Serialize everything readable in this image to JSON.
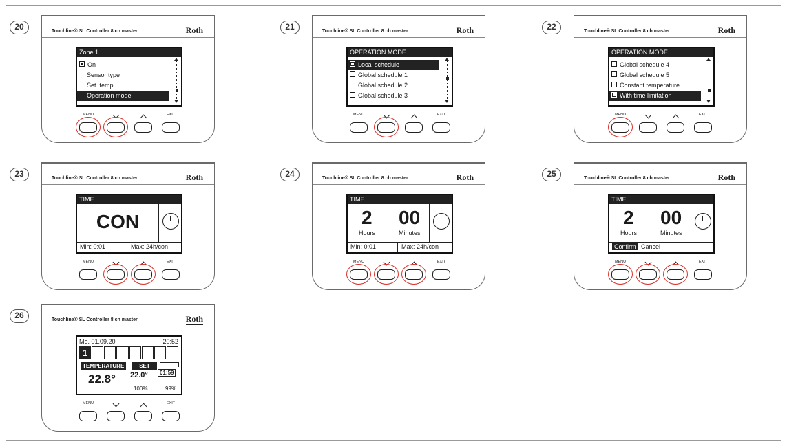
{
  "device": {
    "title": "Touchline® SL Controller 8 ch master",
    "brand": "Roth"
  },
  "buttons": {
    "menu": "MENU",
    "exit": "EXIT"
  },
  "colors": {
    "highlight_ring": "#d9312b",
    "screen_bar": "#222222"
  },
  "panels": [
    {
      "step": "20",
      "header": "Zone 1",
      "items": [
        "On",
        "Sensor type",
        "Set. temp.",
        "Operation mode"
      ],
      "selected": 3,
      "checked": 0,
      "highlighted_buttons": [
        "menu",
        "down"
      ]
    },
    {
      "step": "21",
      "header": "OPERATION MODE",
      "items": [
        "Local schedule",
        "Global schedule 1",
        "Global schedule 2",
        "Global schedule 3"
      ],
      "selected": 0,
      "checked": 0,
      "highlighted_buttons": [
        "down"
      ]
    },
    {
      "step": "22",
      "header": "OPERATION MODE",
      "items": [
        "Global schedule 4",
        "Global schedule 5",
        "Constant temperature",
        "With time limitation"
      ],
      "selected": 3,
      "checked": 3,
      "highlighted_buttons": [
        "menu"
      ]
    },
    {
      "step": "23",
      "header": "TIME",
      "value": "CON",
      "min": "Min: 0:01",
      "max": "Max: 24h/con",
      "highlighted_buttons": [
        "down",
        "up"
      ]
    },
    {
      "step": "24",
      "header": "TIME",
      "hours": "2",
      "hours_label": "Hours",
      "minutes": "00",
      "minutes_label": "Minutes",
      "min": "Min: 0:01",
      "max": "Max: 24h/con",
      "highlighted_buttons": [
        "menu",
        "down",
        "up"
      ]
    },
    {
      "step": "25",
      "header": "TIME",
      "hours": "2",
      "hours_label": "Hours",
      "minutes": "00",
      "minutes_label": "Minutes",
      "confirm": "Confirm",
      "cancel": "Cancel",
      "highlighted_buttons": [
        "menu",
        "down",
        "up"
      ]
    },
    {
      "step": "26",
      "date": "Mo. 01.09.20",
      "time": "20:52",
      "zone": "1",
      "temperature_label": "TEMPERATURE",
      "temperature": "22.8°",
      "set_label": "SET",
      "set_value": "22.0°",
      "timer": "01:59",
      "signal": "100%",
      "battery": "99%",
      "highlighted_buttons": []
    }
  ]
}
